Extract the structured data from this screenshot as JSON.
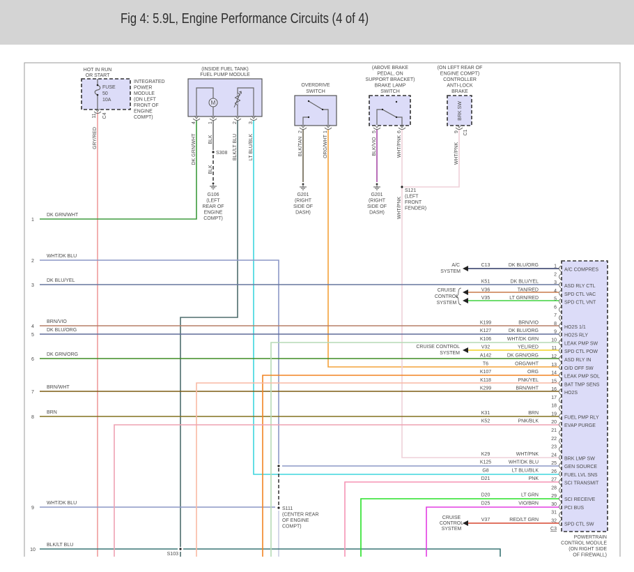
{
  "header": {
    "title": "Fig 4: 5.9L, Engine Performance Circuits (4 of 4)"
  },
  "fuse_module": {
    "supply": [
      "HOT IN RUN",
      "OR START"
    ],
    "fuse": [
      "FUSE",
      "50",
      "10A"
    ],
    "module": [
      "INTEGRATED",
      "POWER",
      "MODULE",
      "(ON LEFT",
      "FRONT OF",
      "ENGINE",
      "COMPT)"
    ],
    "pin": "11",
    "connector": "C4",
    "wire": "GRY/RED"
  },
  "fuel_pump": {
    "title": [
      "(INSIDE FUEL TANK)",
      "FUEL PUMP MODULE"
    ],
    "motor": "M",
    "pins": [
      {
        "pin": "4",
        "wire": "DK GRN/WHT"
      },
      {
        "pin": "1",
        "wire": "BLK"
      },
      {
        "pin": "2",
        "wire": "BLK/LT BLU"
      },
      {
        "pin": "3",
        "wire": "LT BLU/BLK"
      }
    ],
    "splice": "S308",
    "ground_wire": "BLK",
    "ground": {
      "id": "G106",
      "location": [
        "(LEFT",
        "REAR OF",
        "ENGINE",
        "COMPT)"
      ]
    }
  },
  "overdrive_switch": {
    "title": [
      "OVERDRIVE",
      "SWITCH"
    ],
    "pins": [
      {
        "pin": "2",
        "wire": "BLK/TAN"
      },
      {
        "pin": "1",
        "wire": "ORG/WHT"
      }
    ],
    "ground": {
      "id": "G201",
      "location": [
        "(RIGHT",
        "SIDE OF",
        "DASH)"
      ]
    }
  },
  "brake_lamp_switch": {
    "title": [
      "(ABOVE BRAKE",
      "PEDAL, ON",
      "SUPPORT BRACKET)",
      "BRAKE LAMP",
      "SWITCH"
    ],
    "pins": [
      {
        "pin": "5",
        "wire": "BLK/VIO"
      },
      {
        "pin": "6",
        "wire": "WHT/PNK"
      }
    ],
    "ground": {
      "id": "G201",
      "location": [
        "(RIGHT",
        "SIDE OF",
        "DASH)"
      ]
    },
    "splice": {
      "id": "S121",
      "location": [
        "(LEFT",
        "FRONT",
        "FENDER)"
      ]
    },
    "splice_wire": "WHT/PNK"
  },
  "abs_controller": {
    "title": [
      "(ON LEFT REAR OF",
      "ENGINE COMPT)",
      "CONTROLLER",
      "ANTI-LOCK",
      "BRAKE"
    ],
    "terminal": "BRK SW",
    "pin": "9",
    "connector": "C1",
    "wire": "WHT/PNK"
  },
  "left_rows": [
    {
      "num": "1",
      "wire": "DK GRN/WHT"
    },
    {
      "num": "2",
      "wire": "WHT/DK BLU"
    },
    {
      "num": "3",
      "wire": "DK BLU/YEL"
    },
    {
      "num": "4",
      "wire": "BRN/VIO"
    },
    {
      "num": "5",
      "wire": "DK BLU/ORG"
    },
    {
      "num": "6",
      "wire": "DK GRN/ORG"
    },
    {
      "num": "7",
      "wire": "BRN/WHT"
    },
    {
      "num": "8",
      "wire": "BRN"
    },
    {
      "num": "9",
      "wire": "WHT/DK BLU"
    },
    {
      "num": "10",
      "wire": "BLK/LT BLU"
    }
  ],
  "splices": {
    "s111": {
      "id": "S111",
      "location": [
        "(CENTER REAR",
        "OF ENGINE",
        "COMPT)"
      ]
    },
    "s103": {
      "id": "S103"
    }
  },
  "external": {
    "ac": [
      "A/C",
      "SYSTEM"
    ],
    "cruise_a": [
      "CRUISE",
      "CONTROL",
      "SYSTEM"
    ],
    "cruise_b": [
      "CRUISE CONTROL",
      "SYSTEM"
    ],
    "cruise_c": [
      "CRUISE",
      "CONTROL",
      "SYSTEM"
    ]
  },
  "pcm": {
    "connector": "C3",
    "caption": [
      "POWERTRAIN",
      "CONTROL MODULE",
      "(ON RIGHT SIDE",
      "OF FIREWALL)"
    ],
    "pins": [
      {
        "pin": "1",
        "circuit": "C13",
        "wire": "DK BLU/ORG",
        "function": "A/C COMPRES"
      },
      {
        "pin": "2",
        "circuit": "",
        "wire": "",
        "function": ""
      },
      {
        "pin": "3",
        "circuit": "K51",
        "wire": "DK BLU/YEL",
        "function": "ASD RLY CTL"
      },
      {
        "pin": "4",
        "circuit": "V36",
        "wire": "TAN/RED",
        "function": "SPD CTL VAC"
      },
      {
        "pin": "5",
        "circuit": "V35",
        "wire": "LT GRN/RED",
        "function": "SPD CTL VNT"
      },
      {
        "pin": "6",
        "circuit": "",
        "wire": "",
        "function": ""
      },
      {
        "pin": "7",
        "circuit": "",
        "wire": "",
        "function": ""
      },
      {
        "pin": "8",
        "circuit": "K199",
        "wire": "BRN/VIO",
        "function": "HO2S 1/1"
      },
      {
        "pin": "9",
        "circuit": "K127",
        "wire": "DK BLU/ORG",
        "function": "HO2S RLY"
      },
      {
        "pin": "10",
        "circuit": "K106",
        "wire": "WHT/DK GRN",
        "function": "LEAK PMP SW"
      },
      {
        "pin": "11",
        "circuit": "V32",
        "wire": "YEL/RED",
        "function": "SPD CTL POW"
      },
      {
        "pin": "12",
        "circuit": "A142",
        "wire": "DK GRN/ORG",
        "function": "ASD RLY IN"
      },
      {
        "pin": "13",
        "circuit": "T6",
        "wire": "ORG/WHT",
        "function": "O/D OFF SW"
      },
      {
        "pin": "14",
        "circuit": "K107",
        "wire": "ORG",
        "function": "LEAK PMP SOL"
      },
      {
        "pin": "15",
        "circuit": "K118",
        "wire": "PNK/YEL",
        "function": "BAT TMP SENS"
      },
      {
        "pin": "16",
        "circuit": "K299",
        "wire": "BRN/WHT",
        "function": "HO2S"
      },
      {
        "pin": "17",
        "circuit": "",
        "wire": "",
        "function": ""
      },
      {
        "pin": "18",
        "circuit": "",
        "wire": "",
        "function": ""
      },
      {
        "pin": "19",
        "circuit": "K31",
        "wire": "BRN",
        "function": "FUEL PMP RLY"
      },
      {
        "pin": "20",
        "circuit": "K52",
        "wire": "PNK/BLK",
        "function": "EVAP PURGE"
      },
      {
        "pin": "21",
        "circuit": "",
        "wire": "",
        "function": ""
      },
      {
        "pin": "22",
        "circuit": "",
        "wire": "",
        "function": ""
      },
      {
        "pin": "23",
        "circuit": "",
        "wire": "",
        "function": ""
      },
      {
        "pin": "24",
        "circuit": "K29",
        "wire": "WHT/PNK",
        "function": "BRK LMP SW"
      },
      {
        "pin": "25",
        "circuit": "K125",
        "wire": "WHT/DK BLU",
        "function": "GEN SOURCE"
      },
      {
        "pin": "26",
        "circuit": "G8",
        "wire": "LT BLU/BLK",
        "function": "FUEL LVL SNS"
      },
      {
        "pin": "27",
        "circuit": "D21",
        "wire": "PNK",
        "function": "SCI TRANSMIT"
      },
      {
        "pin": "28",
        "circuit": "",
        "wire": "",
        "function": ""
      },
      {
        "pin": "29",
        "circuit": "D20",
        "wire": "LT GRN",
        "function": "SCI RECEIVE"
      },
      {
        "pin": "30",
        "circuit": "D25",
        "wire": "VIO/BRN",
        "function": "PCI BUS"
      },
      {
        "pin": "31",
        "circuit": "",
        "wire": "",
        "function": ""
      },
      {
        "pin": "32",
        "circuit": "V37",
        "wire": "RED/LT GRN",
        "function": "SPD CTL SW"
      }
    ]
  },
  "colors": {
    "header_bg": "#d4d4d4",
    "component_fill": "#dcdcf8"
  },
  "wires": {
    "gry_red": "#ef9c9c",
    "row1_dk_grn_wht": "#3e9b3e",
    "fp_blk": "#777777",
    "fp_blk_lt_blu": "#4e6d6d",
    "fp_lt_blu_blk": "#3ed6de",
    "od_blk_tan": "#6b624f",
    "od_org_wht": "#f4a23a",
    "bl_blk_vio": "#a64aa6",
    "bl_wht_pnk": "#efd0d8",
    "abs_wht_pnk": "#efd0d8",
    "row2_wht_dk_blu": "#8b97c6",
    "k125_wht_dk_blu": "#8b97c6",
    "s111_down": "#c9cde2",
    "row3_dk_blu_yel": "#67769e",
    "row4_brn_vio": "#b57f66",
    "row5_dk_blu_org": "#5e6b99",
    "row6_dk_grn_org": "#3f8c22",
    "row7_brn_wht": "#7b5c12",
    "row8_brn": "#82701e",
    "row9_wht_dk_blu": "#8b97c6",
    "row10_blk_lt_blu": "#3a7575",
    "k106_wht_dk_grn": "#b6dab6",
    "k107_org": "#f28322",
    "k118_pnk_yel": "#f8b9a4",
    "k52_pnk_blk": "#eea2b2",
    "d21_pnk": "#f592b4",
    "d20_lt_grn": "#26e026",
    "d25_vio_brn": "#e23ee2",
    "c13_dk_blu_org": "#2b3763",
    "v36_tan_red": "#c97a4a",
    "v35_lt_grn_red": "#3fd23f",
    "v32_yel_red": "#f3d024",
    "v37_red_lt_grn": "#d6452f"
  }
}
